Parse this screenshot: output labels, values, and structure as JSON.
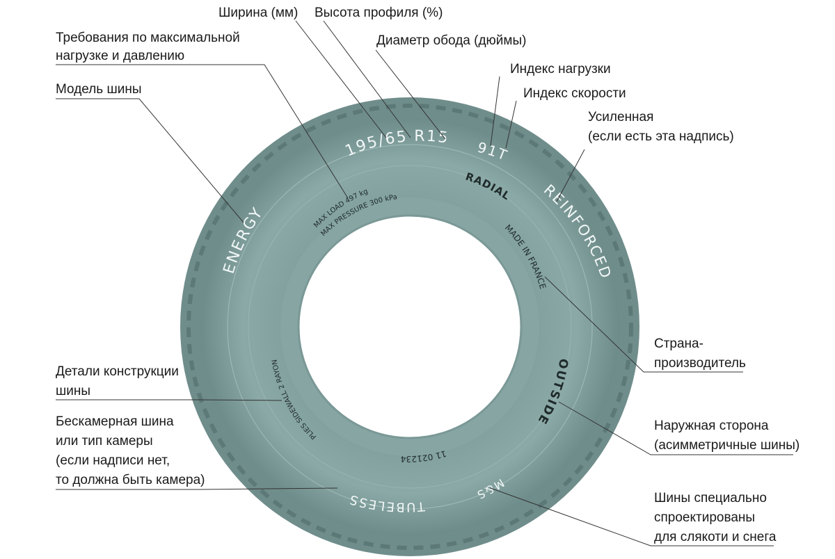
{
  "tire": {
    "size": "195/65 R15",
    "service": "91T",
    "construction": "RADIAL",
    "reinforced": "REINFORCED",
    "model": "ENERGY",
    "max_load": "MAX LOAD 497 kg",
    "max_pressure": "MAX PRESSURE  300 kPa",
    "made_in": "MADE IN FRANCE",
    "outside": "OUTSIDE",
    "dot": "11 021234",
    "plies": "PLIES SIDEWALL 2 RAYON",
    "tubeless": "TUBELESS",
    "ms": "M&S"
  },
  "labels": {
    "width": "Ширина (мм)",
    "profile": "Высота профиля (%)",
    "diameter": "Диаметр обода (дюймы)",
    "load_pressure_1": "Требования по максимальной",
    "load_pressure_2": "нагрузке и давлению",
    "model": "Модель шины",
    "load_index": "Индекс нагрузки",
    "speed_index": "Индекс скорости",
    "reinforced_1": "Усиленная",
    "reinforced_2": "(если есть эта надпись)",
    "country_1": "Страна-",
    "country_2": "производитель",
    "construction_1": "Детали конструкции",
    "construction_2": "шины",
    "tubeless_1": "Бескамерная шина",
    "tubeless_2": "или тип камеры",
    "tubeless_3": "(если надписи нет,",
    "tubeless_4": "то должна быть камера)",
    "outside_1": "Наружная сторона",
    "outside_2": "(асимметричные шины)",
    "ms_1": "Шины специально",
    "ms_2": "спроектированы",
    "ms_3": "для слякоти и снега"
  },
  "colors": {
    "tread": "#6f8d8b",
    "sidewall": "#86a5a3",
    "rim_edge": "#9db8b6"
  }
}
